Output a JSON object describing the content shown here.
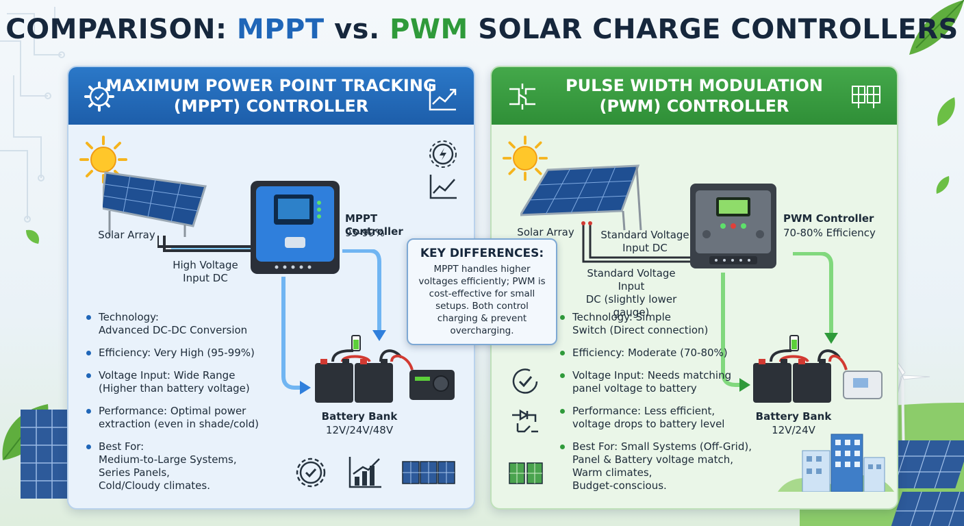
{
  "title": {
    "prefix": "COMPARISON: ",
    "mppt": "MPPT",
    "vs": " vs. ",
    "pwm": "PWM",
    "suffix": " SOLAR CHARGE CONTROLLERS"
  },
  "mppt": {
    "header_line1": "MAXIMUM POWER POINT TRACKING",
    "header_line2": "(MPPT) CONTROLLER",
    "solar_label": "Solar Array",
    "input_label_1": "High Voltage",
    "input_label_2": "Input DC",
    "controller_label": "MPPT Controller",
    "controller_eff": "95-99%",
    "battery_label": "Battery Bank",
    "battery_volts": "12V/24V/48V",
    "bullets": [
      {
        "l1": "Technology:",
        "l2": "Advanced DC-DC Conversion"
      },
      {
        "l1": "Efficiency: Very High (95-99%)",
        "l2": ""
      },
      {
        "l1": "Voltage Input: Wide Range",
        "l2": "(Higher than battery voltage)"
      },
      {
        "l1": "Performance: Optimal power",
        "l2": "extraction (even in shade/cold)"
      },
      {
        "l1": "Best For:",
        "l2": "Medium-to-Large Systems,",
        "l3": "Series Panels,",
        "l4": "Cold/Cloudy climates."
      }
    ],
    "accent": "#1f66b8"
  },
  "pwm": {
    "header_line1": "PULSE WIDTH MODULATION",
    "header_line2": "(PWM) CONTROLLER",
    "solar_label": "Solar Array",
    "input_label_1": "Standard Voltage",
    "input_label_2": "Input DC",
    "input_label_3": "Standard Voltage Input",
    "input_label_4": "DC (slightly lower gauge)",
    "controller_label": "PWM Controller",
    "controller_eff": "70-80% Efficiency",
    "battery_label": "Battery Bank",
    "battery_volts": "12V/24V",
    "bullets": [
      {
        "l1": "Technology: Simple",
        "l2": "Switch (Direct connection)"
      },
      {
        "l1": "Efficiency: Moderate (70-80%)",
        "l2": ""
      },
      {
        "l1": "Voltage Input: Needs matching",
        "l2": "panel voltage to battery"
      },
      {
        "l1": "Performance: Less efficient,",
        "l2": "voltage drops to battery level"
      },
      {
        "l1": "Best For: Small Systems (Off-Grid),",
        "l2": "Panel & Battery voltage match,",
        "l3": "Warm climates,",
        "l4": "Budget-conscious."
      }
    ],
    "accent": "#2f9a3a"
  },
  "key_differences": {
    "title": "KEY DIFFERENCES:",
    "body": "MPPT handles higher voltages efficiently; PWM is cost-effective for small setups. Both control charging & prevent overcharging."
  }
}
